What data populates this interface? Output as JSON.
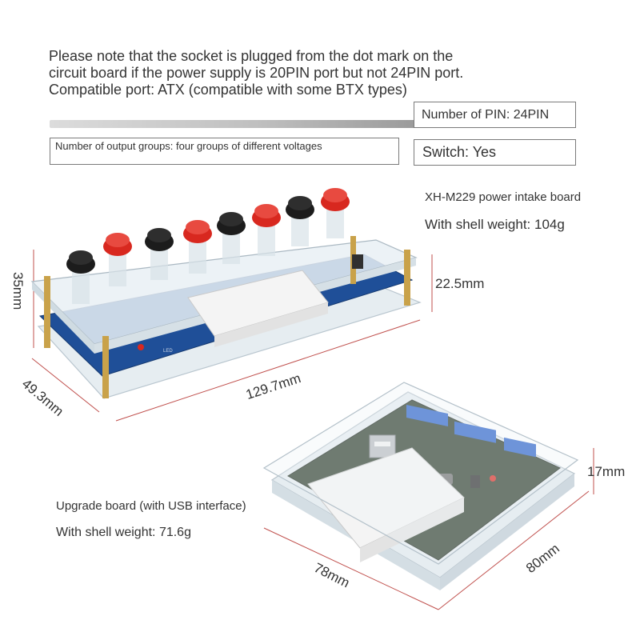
{
  "note": {
    "line1": "Please note that the socket is plugged from the dot mark on the",
    "line2": "circuit board if the power supply is 20PIN port but not 24PIN port.",
    "line3": "Compatible port: ATX (compatible with some BTX types)"
  },
  "specs": {
    "pin": "Number of PIN: 24PIN",
    "groups": "Number of output groups: four groups of different voltages",
    "switch": "Switch: Yes"
  },
  "board1": {
    "name": "XH-M229 power intake board",
    "weight": "With shell weight: 104g",
    "dim_height": "35mm",
    "dim_height2": "22.5mm",
    "dim_depth": "49.3mm",
    "dim_length": "129.7mm",
    "led_label": "LED"
  },
  "board2": {
    "name": "Upgrade board (with USB interface)",
    "weight": "With shell weight: 71.6g",
    "dim_height": "17mm",
    "dim_width": "78mm",
    "dim_depth": "80mm"
  },
  "colors": {
    "post_red": "#d8281f",
    "post_black": "#1c1c1c",
    "pcb_blue": "#1f4f98",
    "terminal_blue": "#2a62c9",
    "acrylic": "#e8eef2",
    "connector": "#f4f4f4",
    "brass": "#c9a24a"
  }
}
